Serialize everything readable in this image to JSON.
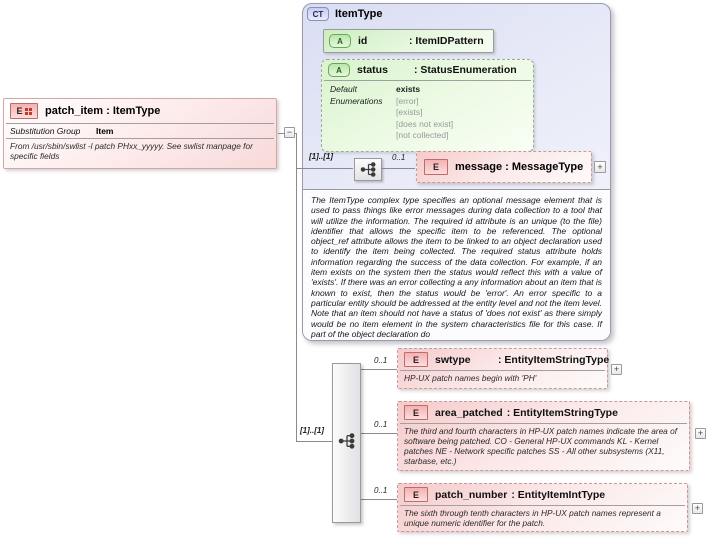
{
  "colors": {
    "element_pink": "#f5caca",
    "attribute_green": "#cdeec0",
    "complextype_lavender": "#e2e5f6",
    "line_gray": "#8b8b8b"
  },
  "connectors": {
    "collapse": "−"
  },
  "patch_item": {
    "icon_letter": "E",
    "title": "patch_item : ItemType",
    "substitution_group_label": "Substitution Group",
    "substitution_group_value": "Item",
    "documentation": "From /usr/sbin/swlist -l patch PHxx_yyyyy. See swlist manpage for specific fields"
  },
  "item_type": {
    "badge": "CT",
    "title": "ItemType",
    "attr_id": {
      "icon": "A",
      "name": "id",
      "type": ": ItemIDPattern"
    },
    "attr_status": {
      "icon": "A",
      "name": "status",
      "type": ": StatusEnumeration",
      "default_label": "Default",
      "default_value": "exists",
      "enumerations_label": "Enumerations",
      "enumerations": [
        "[error]",
        "[exists]",
        "[does not exist]",
        "[not collected]"
      ]
    },
    "sequence_cardinality": "[1]..[1]",
    "message_cardinality": "0..1",
    "message": {
      "icon": "E",
      "title": "message : MessageType"
    },
    "message_expand": "+",
    "documentation": "The ItemType complex type specifies an optional message element that is used to pass things like error messages during data collection to a tool that will utilize the information. The required id attribute is an unique (to the file) identifier that allows the specific item to be referenced. The optional object_ref attribute allows the item to be linked to an object declaration used to identify the item being collected. The required status attribute holds information regarding the success of the data collection. For example, if an item exists on the system then the status would reflect this with a value of 'exists'. If there was an error collecting a any information about an item that is known to exist, then the status would be 'error'. An error specific to a particular entity should be addressed at the entity level and not the item level. Note that an item should not have a status of 'does not exist' as there simply would be no item element in the system characteristics file for this case. If part of the object declaration do"
  },
  "lower_sequence": {
    "cardinality": "[1]..[1]",
    "elements": [
      {
        "cardinality": "0..1",
        "icon": "E",
        "name": "swtype",
        "type": ": EntityItemStringType",
        "documentation": "HP-UX patch names begin with 'PH'",
        "expand": "+"
      },
      {
        "cardinality": "0..1",
        "icon": "E",
        "name": "area_patched",
        "type": ": EntityItemStringType",
        "documentation": "The third and fourth characters in HP-UX patch names indicate the area of software being patched. CO - General HP-UX commands KL - Kernel patches NE - Network specific patches SS - All other subsystems (X11, starbase, etc.)",
        "expand": "+"
      },
      {
        "cardinality": "0..1",
        "icon": "E",
        "name": "patch_number",
        "type": ": EntityItemIntType",
        "documentation": "The sixth through tenth characters in HP-UX patch names represent a unique numeric identifier for the patch.",
        "expand": "+"
      }
    ]
  }
}
